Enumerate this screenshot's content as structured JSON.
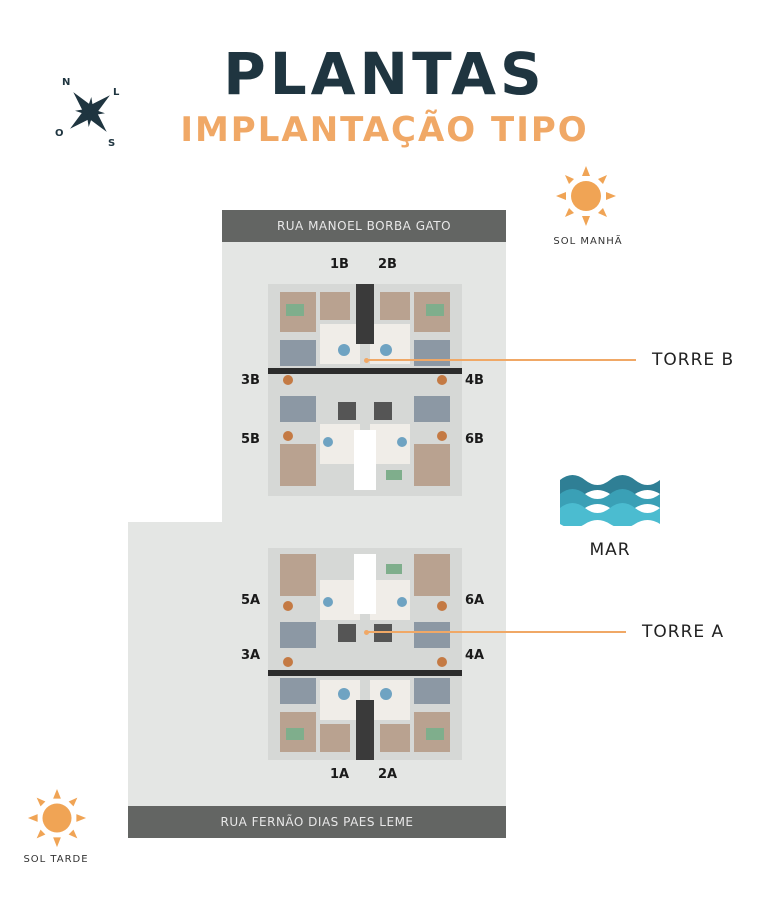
{
  "header": {
    "title": "PLANTAS",
    "subtitle": "IMPLANTAÇÃO TIPO"
  },
  "compass": {
    "n": "N",
    "l": "L",
    "s": "S",
    "o": "O"
  },
  "streets": {
    "top": "RUA MANOEL BORBA GATO",
    "bottom": "RUA FERNÃO DIAS PAES LEME"
  },
  "sun": {
    "morning": "SOL MANHÃ",
    "afternoon": "SOL TARDE",
    "color": "#f0a455"
  },
  "sea": {
    "label": "MAR",
    "color": "#3aa0b6"
  },
  "tower_b": {
    "label": "TORRE B",
    "units": {
      "u1": "1B",
      "u2": "2B",
      "u3": "3B",
      "u4": "4B",
      "u5": "5B",
      "u6": "6B"
    }
  },
  "tower_a": {
    "label": "TORRE A",
    "units": {
      "u1": "1A",
      "u2": "2A",
      "u3": "3A",
      "u4": "4A",
      "u5": "5A",
      "u6": "6A"
    }
  },
  "colors": {
    "accent": "#f0a866",
    "title": "#1f3540",
    "street": "#636563",
    "lot": "#e4e6e4"
  }
}
